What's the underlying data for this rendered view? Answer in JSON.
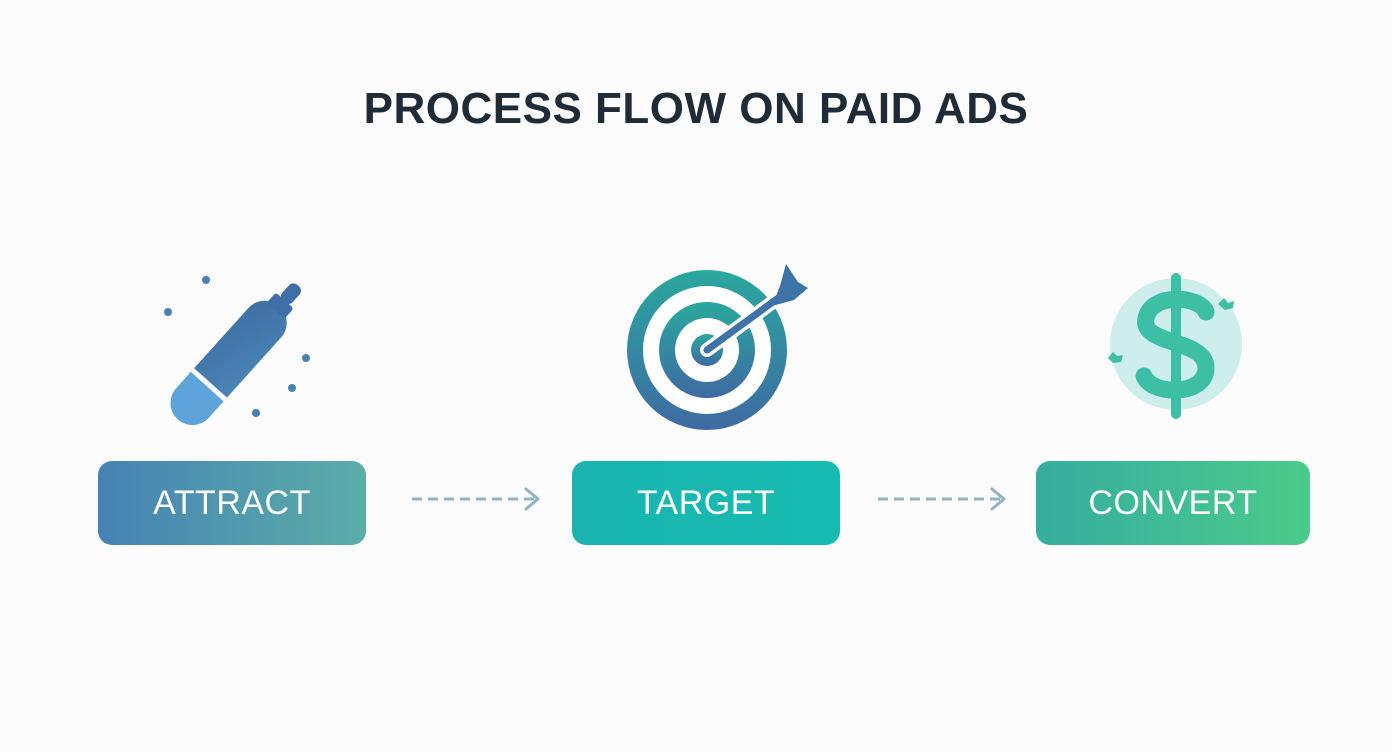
{
  "title": "PROCESS FLOW ON PAID ADS",
  "steps": [
    {
      "label": "ATTRACT",
      "icon": "pill-capsule-icon",
      "colors": [
        "#4682b4",
        "#5aaea8"
      ]
    },
    {
      "label": "TARGET",
      "icon": "target-arrow-icon",
      "colors": [
        "#19b4b0",
        "#17bcb0"
      ]
    },
    {
      "label": "CONVERT",
      "icon": "dollar-sign-icon",
      "colors": [
        "#35ad9f",
        "#4bcb8a"
      ]
    }
  ],
  "connectors": [
    {
      "from": "ATTRACT",
      "to": "TARGET"
    },
    {
      "from": "TARGET",
      "to": "CONVERT"
    }
  ],
  "colors": {
    "title": "#1f2b36",
    "arrow": "#8fb3c4",
    "background": "#fcfcfd"
  }
}
